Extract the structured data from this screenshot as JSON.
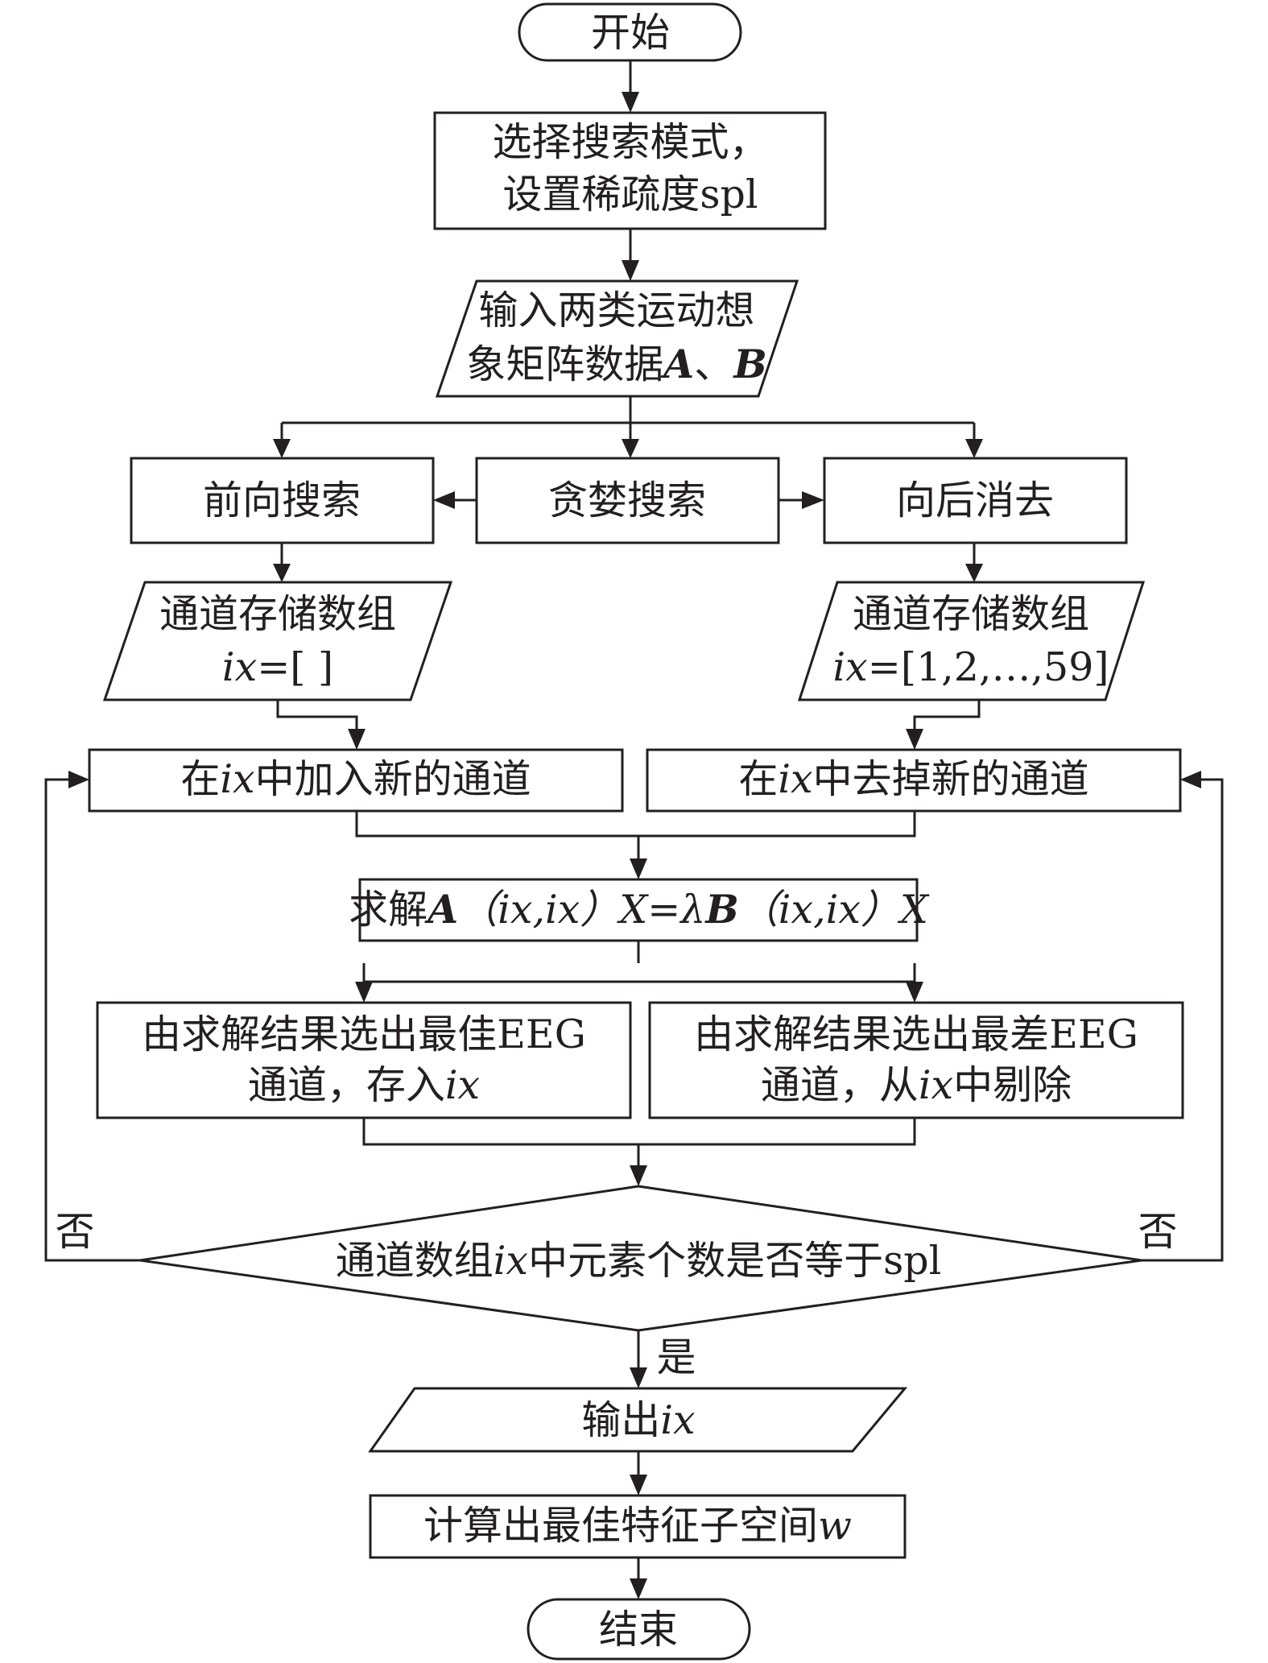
{
  "flowchart": {
    "start": "开始",
    "step_select": {
      "line1": "选择搜索模式，",
      "line2": "设置稀疏度spl"
    },
    "input_data": {
      "line1": "输入两类运动想",
      "line2": "象矩阵数据",
      "var_a": "A",
      "sep": "、",
      "var_b": "B"
    },
    "forward_search": "前向搜索",
    "greedy_search": "贪婪搜索",
    "backward_elimination": "向后消去",
    "forward_array": {
      "line1": "通道存储数组",
      "var": "ix",
      "value": "=[ ]"
    },
    "backward_array": {
      "line1": "通道存储数组",
      "var": "ix",
      "value": "=[1,2,…,59]"
    },
    "add_channel": {
      "prefix": "在",
      "var": "ix",
      "suffix": "中加入新的通道"
    },
    "remove_channel": {
      "prefix": "在",
      "var": "ix",
      "suffix": "中去掉新的通道"
    },
    "solve": {
      "prefix": "求解",
      "var_a": "A",
      "args1": "（ix,ix）",
      "x1": "X",
      "eq": "=",
      "lambda": "λ",
      "var_b": "B",
      "args2": "（ix,ix）",
      "x2": "X"
    },
    "best_channel": {
      "line1": "由求解结果选出最佳EEG",
      "line2_prefix": "通道，存入",
      "var": "ix"
    },
    "worst_channel": {
      "line1": "由求解结果选出最差EEG",
      "line2_prefix": "通道，从",
      "var": "ix",
      "line2_suffix": "中剔除"
    },
    "decision": {
      "prefix": "通道数组",
      "var": "ix",
      "suffix": "中元素个数是否等于spl"
    },
    "no_left": "否",
    "no_right": "否",
    "yes": "是",
    "output": {
      "prefix": "输出",
      "var": "ix"
    },
    "compute": {
      "prefix": "计算出最佳特征子空间",
      "var": "w"
    },
    "end": "结束"
  }
}
